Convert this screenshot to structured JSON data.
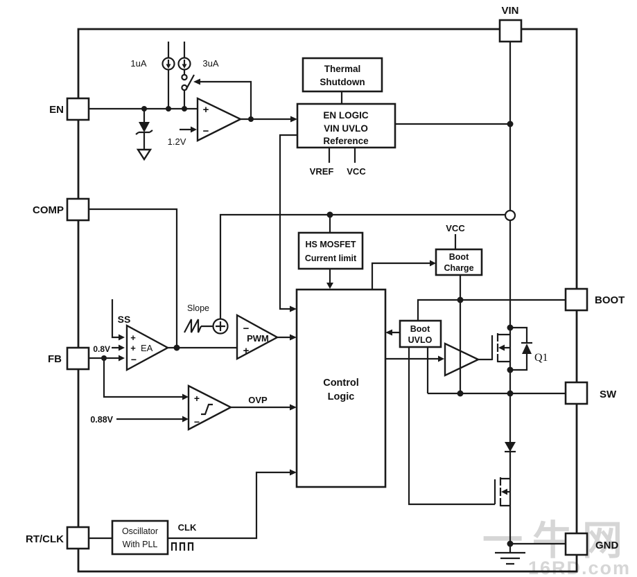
{
  "diagram": {
    "type": "block-diagram",
    "description": "DC-DC buck converter IC functional block diagram",
    "colors": {
      "line": "#1a1a1a",
      "background": "#ffffff",
      "watermark": "#c9c9c9"
    }
  },
  "pins": {
    "vin": "VIN",
    "en": "EN",
    "comp": "COMP",
    "fb": "FB",
    "rt_clk": "RT/CLK",
    "boot": "BOOT",
    "sw": "SW",
    "gnd": "GND"
  },
  "blocks": {
    "thermal_shutdown": {
      "line1": "Thermal",
      "line2": "Shutdown"
    },
    "en_logic": {
      "line1": "EN LOGIC",
      "line2": "VIN UVLO",
      "line3": "Reference"
    },
    "hs_current_limit": {
      "line1": "HS MOSFET",
      "line2": "Current limit"
    },
    "boot_charge": {
      "line1": "Boot",
      "line2": "Charge"
    },
    "boot_uvlo": {
      "line1": "Boot",
      "line2": "UVLO"
    },
    "control_logic": {
      "line1": "Control",
      "line2": "Logic"
    },
    "oscillator": {
      "line1": "Oscillator",
      "line2": "With PLL"
    }
  },
  "labels": {
    "current_source_1": "1uA",
    "current_source_2": "3uA",
    "en_ref": "1.2V",
    "vref": "VREF",
    "vcc": "VCC",
    "vcc_boot": "VCC",
    "slope": "Slope",
    "ss": "SS",
    "ea": "EA",
    "fb_ref": "0.8V",
    "ovp_ref": "0.88V",
    "pwm": "PWM",
    "ovp": "OVP",
    "clk": "CLK",
    "q1": "Q1"
  },
  "signs": {
    "plus": "+",
    "minus": "−"
  },
  "watermark": {
    "line1": "一牛网",
    "line2": "16RD.com"
  }
}
